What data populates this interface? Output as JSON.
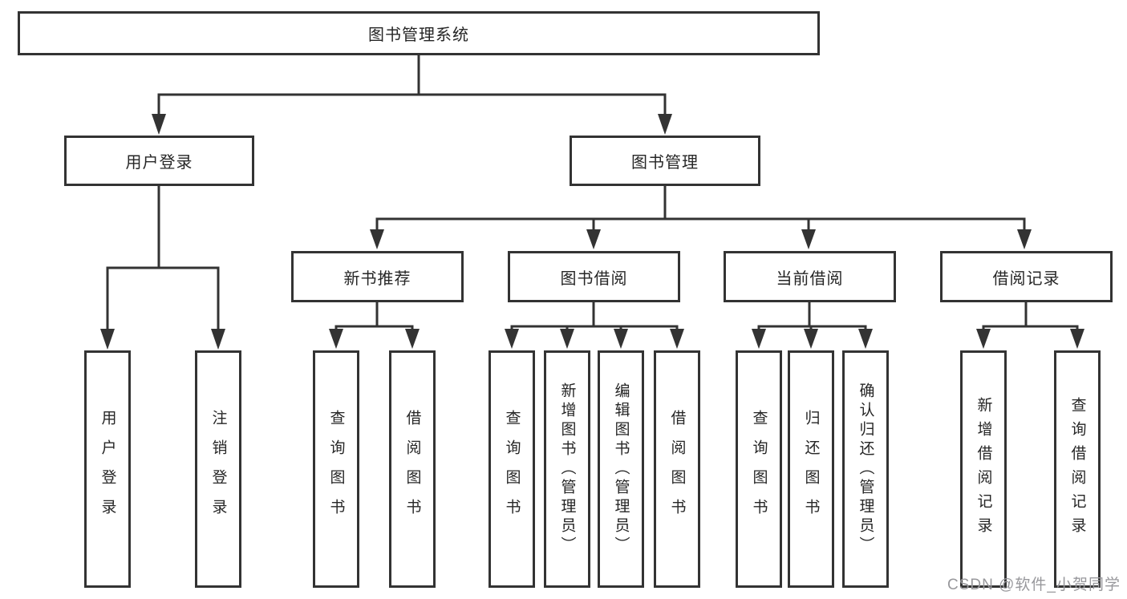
{
  "root": {
    "label": "图书管理系统"
  },
  "level2": [
    {
      "label": "用户登录"
    },
    {
      "label": "图书管理"
    }
  ],
  "level3": [
    {
      "label": "新书推荐"
    },
    {
      "label": "图书借阅"
    },
    {
      "label": "当前借阅"
    },
    {
      "label": "借阅记录"
    }
  ],
  "leaves": {
    "login": [
      {
        "label": "用户登录"
      },
      {
        "label": "注销登录"
      }
    ],
    "recommend": [
      {
        "label": "查询图书"
      },
      {
        "label": "借阅图书"
      }
    ],
    "borrow": [
      {
        "label": "查询图书"
      },
      {
        "label": "新增图书（管理员）"
      },
      {
        "label": "编辑图书（管理员）"
      },
      {
        "label": "借阅图书"
      }
    ],
    "current": [
      {
        "label": "查询图书"
      },
      {
        "label": "归还图书"
      },
      {
        "label": "确认归还（管理员）"
      }
    ],
    "records": [
      {
        "label": "新增借阅记录"
      },
      {
        "label": "查询借阅记录"
      }
    ]
  },
  "watermark": {
    "text": "CSDN @软件_小贺同学"
  },
  "colors": {
    "background": "#ffffff",
    "box_bg": "#ffffff",
    "box_border": "#333333",
    "line": "#333333",
    "text": "#262626",
    "watermark": "#98989c"
  }
}
